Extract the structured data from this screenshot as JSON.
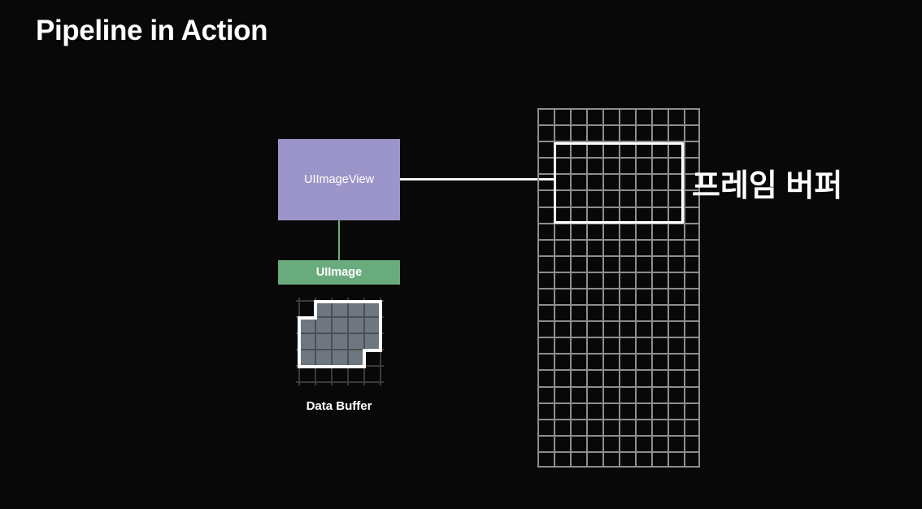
{
  "slide": {
    "title": "Pipeline in Action",
    "background_color": "#080808",
    "text_color": "#ffffff"
  },
  "diagram": {
    "uiimageview": {
      "label": "UIImageView",
      "color": "#9b95c9"
    },
    "uiimage": {
      "label": "UIImage",
      "color": "#6aab7e"
    },
    "data_buffer": {
      "label": "Data Buffer",
      "grid_columns": 5,
      "grid_rows": 5,
      "cell_fill_color": "#6e7780",
      "grid_line_color": "#3b3b3b",
      "outline_color": "#ffffff",
      "filled_cells": [
        [
          0,
          1
        ],
        [
          0,
          2
        ],
        [
          0,
          3
        ],
        [
          0,
          4
        ],
        [
          1,
          0
        ],
        [
          1,
          1
        ],
        [
          1,
          2
        ],
        [
          1,
          3
        ],
        [
          1,
          4
        ],
        [
          2,
          0
        ],
        [
          2,
          1
        ],
        [
          2,
          2
        ],
        [
          2,
          3
        ],
        [
          2,
          4
        ],
        [
          3,
          0
        ],
        [
          3,
          1
        ],
        [
          3,
          2
        ],
        [
          3,
          3
        ]
      ]
    },
    "frame_buffer": {
      "label": "프레임 버퍼",
      "grid_columns": 10,
      "grid_rows": 22,
      "grid_line_color": "#8e8e8e",
      "highlight_color": "#ffffff",
      "highlight_columns": 8,
      "highlight_rows": 5
    },
    "connectors": {
      "uiimageview_to_uiimage_color": "#6aab7e",
      "uiimageview_to_framebuffer_color": "#f2f2f2"
    }
  }
}
